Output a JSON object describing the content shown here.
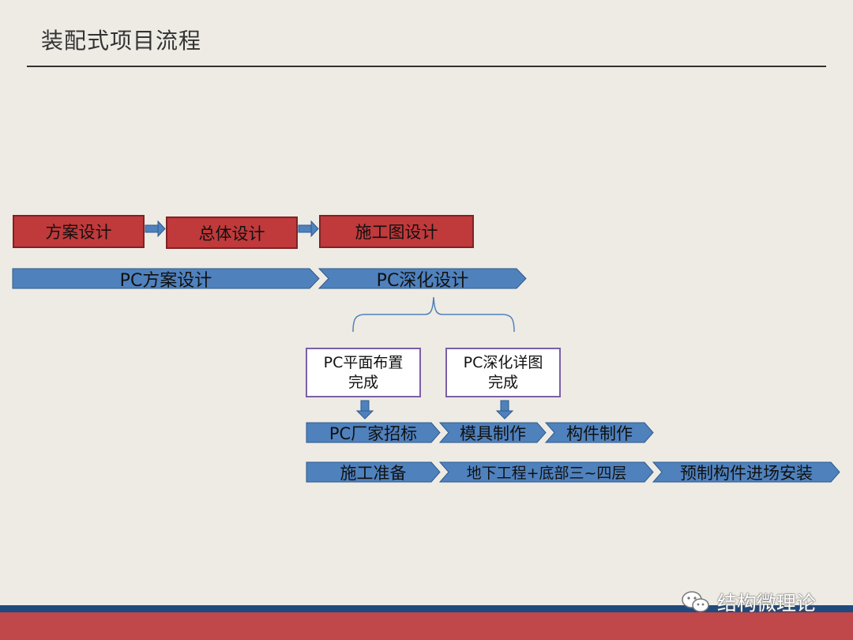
{
  "title": "装配式项目流程",
  "design_stages": [
    "方案设计",
    "总体设计",
    "施工图设计"
  ],
  "pc_design": [
    "PC方案设计",
    "PC深化设计"
  ],
  "milestones": [
    [
      "PC平面布置",
      "完成"
    ],
    [
      "PC深化详图",
      "完成"
    ]
  ],
  "production": [
    "PC厂家招标",
    "模具制作",
    "构件制作"
  ],
  "construction": [
    "施工准备",
    "地下工程+底部三~四层",
    "预制构件进场安装"
  ],
  "watermark": "结构微理论",
  "colors": {
    "background": "#eeebe4",
    "red_box": "#c0393b",
    "chevron_blue": "#4f81bd",
    "bar_blue": "#1f4a7d",
    "bar_red": "#c0474a",
    "milestone_border": "#7b5fa6"
  }
}
